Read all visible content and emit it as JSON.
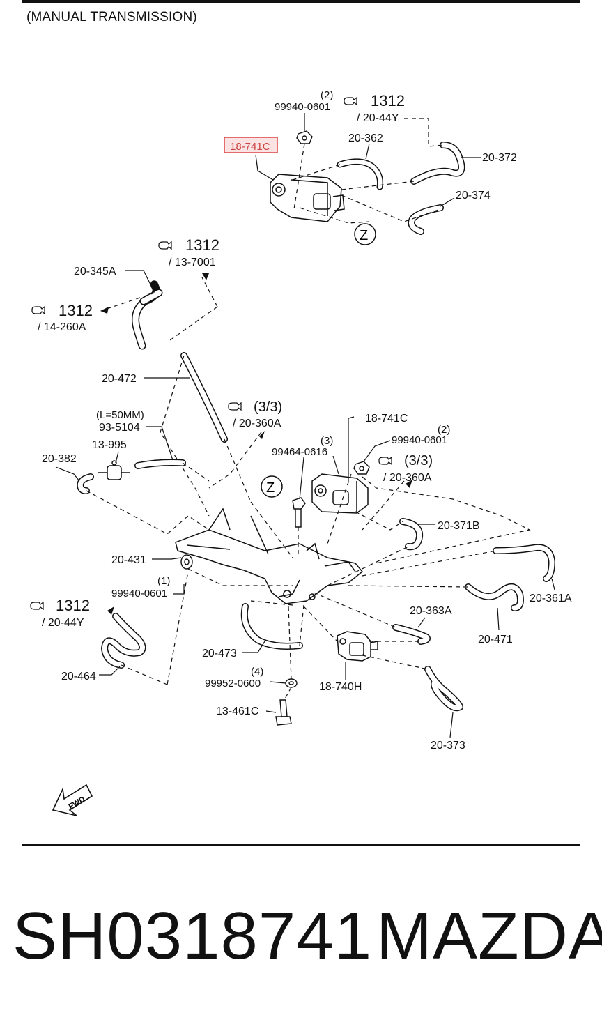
{
  "header": {
    "caption": "(MANUAL TRANSMISSION)"
  },
  "footer": {
    "part_number": "SH0318741",
    "brand": "MAZDA"
  },
  "highlight_label": "18-741C",
  "labels": {
    "q2a": "(2)",
    "n99940a": "99940-0601",
    "r1312a": "1312",
    "r20_44y_a": "/ 20-44Y",
    "p20_362": "20-362",
    "p20_372": "20-372",
    "p20_374": "20-374",
    "zA": "Z",
    "r1312b": "1312",
    "r13_7001": "/ 13-7001",
    "p20_345A": "20-345A",
    "r1312c": "1312",
    "r14_260A": "/ 14-260A",
    "p20_472": "20-472",
    "r33a": "(3/3)",
    "r20_360A_a": "/ 20-360A",
    "l50": "(L=50MM)",
    "p93_5104": "93-5104",
    "p13_995": "13-995",
    "p20_382": "20-382",
    "p18_741C": "18-741C",
    "q2b": "(2)",
    "n99940b": "99940-0601",
    "q3": "(3)",
    "n99464": "99464-0616",
    "r33b": "(3/3)",
    "r20_360A_b": "/ 20-360A",
    "zB": "Z",
    "p20_371B": "20-371B",
    "p20_431": "20-431",
    "q1": "(1)",
    "n99940c": "99940-0601",
    "p20_361A": "20-361A",
    "r1312d": "1312",
    "r20_44y_b": "/ 20-44Y",
    "p20_363A": "20-363A",
    "p20_471": "20-471",
    "p20_473": "20-473",
    "p20_464": "20-464",
    "q4": "(4)",
    "n99952": "99952-0600",
    "p18_740H": "18-740H",
    "p13_461C": "13-461C",
    "p20_373": "20-373",
    "fwd": "FWD"
  }
}
